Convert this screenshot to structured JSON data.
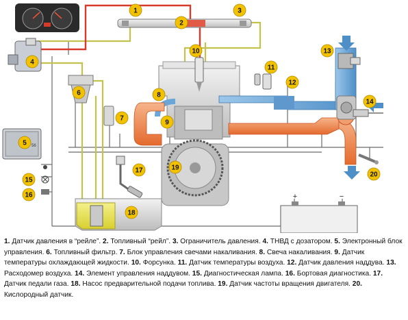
{
  "components": [
    {
      "num": "1",
      "name": "Датчик давления в “рейле”"
    },
    {
      "num": "2",
      "name": "Топливный “рейл”"
    },
    {
      "num": "3",
      "name": "Ограничитель давления"
    },
    {
      "num": "4",
      "name": "ТНВД с дозатором"
    },
    {
      "num": "5",
      "name": "Электронный блок управления"
    },
    {
      "num": "6",
      "name": "Топливный фильтр"
    },
    {
      "num": "7",
      "name": "Блок управления свечами накаливания"
    },
    {
      "num": "8",
      "name": "Свеча накаливания"
    },
    {
      "num": "9",
      "name": "Датчик температуры охлаждающей жидкости"
    },
    {
      "num": "10",
      "name": "Форсунка"
    },
    {
      "num": "11",
      "name": "Датчик температуры воздуха"
    },
    {
      "num": "12",
      "name": "Датчик давления наддува"
    },
    {
      "num": "13",
      "name": "Расходомер воздуха"
    },
    {
      "num": "14",
      "name": "Элемент управления наддувом"
    },
    {
      "num": "15",
      "name": "Диагностическая лампа"
    },
    {
      "num": "16",
      "name": "Бортовая диагностика"
    },
    {
      "num": "17",
      "name": "Датчик педали газа"
    },
    {
      "num": "18",
      "name": "Насос предварительной подачи топлива"
    },
    {
      "num": "19",
      "name": "Датчик частоты вращения двигателя"
    },
    {
      "num": "20",
      "name": "Кислородный датчик"
    }
  ],
  "battery": {
    "plus": "+",
    "minus": "−"
  },
  "colors": {
    "badge": "#f2c200",
    "fuel_line": "#c9c94a",
    "high_pressure_line": "#d63a2a",
    "exhaust": "#f08a50",
    "intake_air": "#6aa6d8",
    "wiring": "#555555"
  }
}
